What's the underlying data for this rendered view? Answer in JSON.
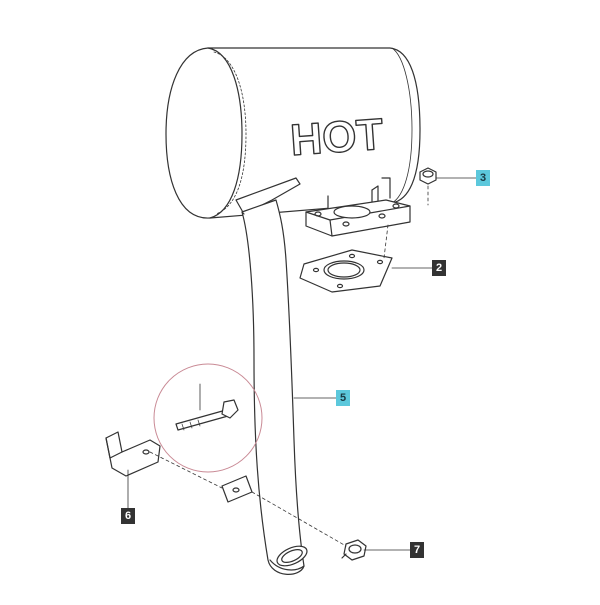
{
  "muffler": {
    "label": "HOT"
  },
  "callouts": [
    {
      "id": "3",
      "style": "cyan"
    },
    {
      "id": "2",
      "style": "dark"
    },
    {
      "id": "5",
      "style": "cyan"
    },
    {
      "id": "6",
      "style": "dark"
    },
    {
      "id": "7",
      "style": "dark"
    }
  ],
  "colors": {
    "line": "#333333",
    "callout_dark": "#333333",
    "callout_highlight": "#5cc8dc",
    "detail_circle": "#c98a95",
    "background": "#ffffff"
  }
}
